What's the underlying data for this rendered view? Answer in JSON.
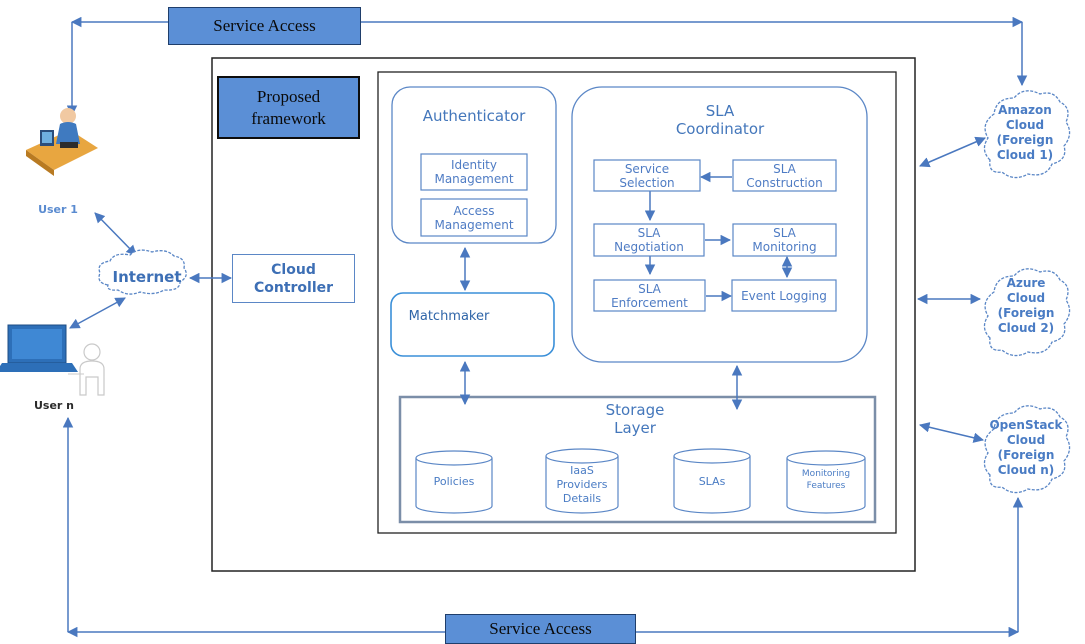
{
  "service_access_top": "Service Access",
  "service_access_bottom": "Service Access",
  "proposed_framework": "Proposed framework",
  "user1": "User 1",
  "usern": "User n",
  "internet": "Internet",
  "cloud_controller": "Cloud Controller",
  "authenticator": {
    "title": "Authenticator",
    "identity": "Identity Management",
    "access": "Access Management"
  },
  "matchmaker": "Matchmaker",
  "sla_coordinator": {
    "title": "SLA Coordinator",
    "service_selection": "Service Selection",
    "sla_construction": "SLA Construction",
    "sla_negotiation": "SLA Negotiation",
    "sla_monitoring": "SLA Monitoring",
    "sla_enforcement": "SLA Enforcement",
    "event_logging": "Event Logging"
  },
  "storage": {
    "title": "Storage Layer",
    "items": [
      "Policies",
      "IaaS Providers Details",
      "SLAs",
      "Monitoring Features"
    ]
  },
  "clouds": {
    "amazon": "Amazon Cloud (Foreign Cloud 1)",
    "azure": "Azure Cloud (Foreign Cloud 2)",
    "openstack": "OpenStack Cloud (Foreign Cloud n)"
  },
  "colors": {
    "label_fill": "#5b8fd6",
    "box_stroke": "#5b87c6",
    "arrow": "#4a78bf"
  }
}
